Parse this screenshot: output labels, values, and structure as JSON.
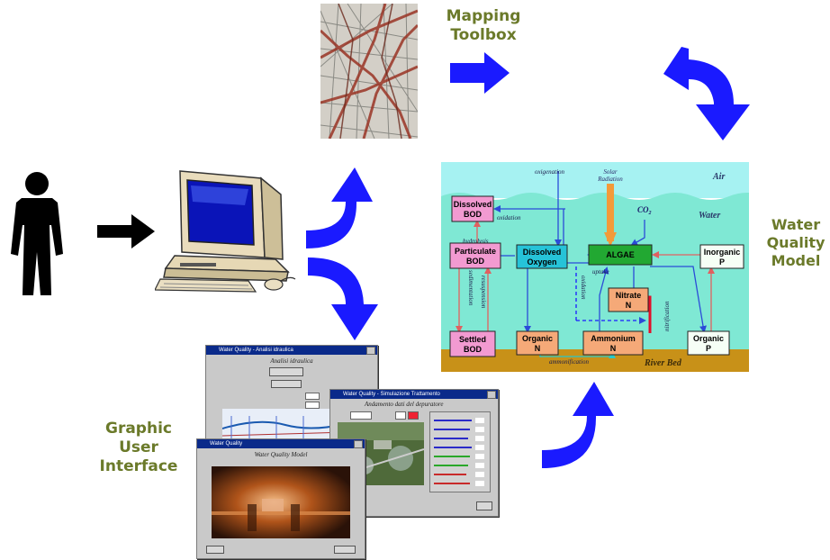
{
  "labels": {
    "mapping_toolbox": [
      "Mapping",
      "Toolbox"
    ],
    "graphic_user_interface": [
      "Graphic",
      "User",
      "Interface"
    ],
    "water_quality_model": [
      "Water",
      "Quality",
      "Model"
    ]
  },
  "colors": {
    "label_olive": "#6b7a2a",
    "arrow_blue": "#1a1aff",
    "air": "#a6f2f2",
    "water": "#7fe8d4",
    "riverbed": "#c89118",
    "algae": "#22a832",
    "pink_box": "#f29ad1",
    "cyan_box": "#26c3d8",
    "orange_box": "#f5a978",
    "white_box": "#f6fff6"
  },
  "diagram": {
    "zones": {
      "air": "Air",
      "water": "Water",
      "river_bed": "River Bed"
    },
    "solar": [
      "Solar",
      "Radiation"
    ],
    "co2": "CO",
    "co2_sub": "2",
    "boxes": {
      "dissolved_bod": [
        "Dissolved",
        "BOD"
      ],
      "particulate_bod": [
        "Particulate",
        "BOD"
      ],
      "settled_bod": [
        "Settled",
        "BOD"
      ],
      "dissolved_oxygen": [
        "Dissolved",
        "Oxygen"
      ],
      "algae": "ALGAE",
      "inorganic_p": [
        "Inorganic",
        "P"
      ],
      "nitrate_n": [
        "Nitrate",
        "N"
      ],
      "organic_n": [
        "Organic",
        "N"
      ],
      "ammonium_n": [
        "Ammonium",
        "N"
      ],
      "organic_p": [
        "Organic",
        "P"
      ]
    },
    "processes": {
      "oxigenation": "oxigenation",
      "oxidation_top": "oxidation",
      "hydrolysis": "hydrolysis",
      "sedimentation": "sedimentation",
      "resuspension": "resuspension",
      "oxidation_mid": "oxidation",
      "uptake": "uptake",
      "nitrification": "nitrification",
      "ammonification": "ammonification"
    }
  },
  "gui": {
    "win1_title": "Water Quality - Analisi idraulica",
    "win1_heading": "Analisi idraulica",
    "win2_title": "Water Quality - Simulazione Trattamento",
    "win2_heading": "Andamento dati del depuratore",
    "win3_title": "Water Quality",
    "win3_heading": "Water Quality Model"
  }
}
